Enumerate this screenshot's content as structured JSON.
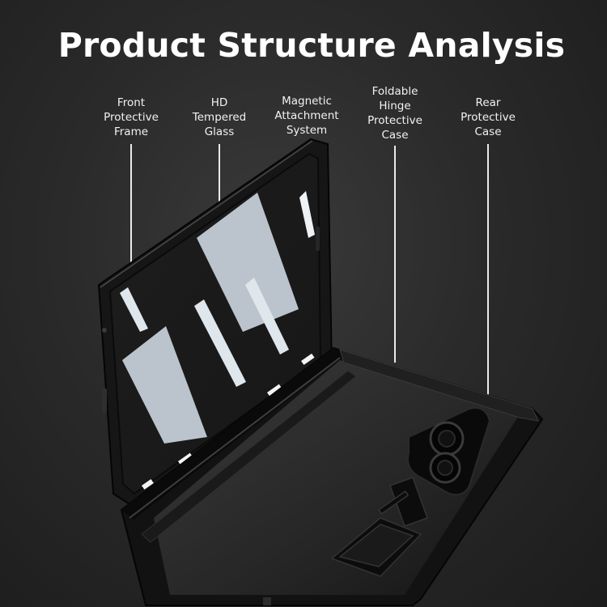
{
  "title": "Product Structure Analysis",
  "callouts": [
    {
      "lines": [
        "Front",
        "Protective",
        "Frame"
      ]
    },
    {
      "lines": [
        "HD",
        "Tempered",
        "Glass"
      ]
    },
    {
      "lines": [
        "Magnetic",
        "Attachment",
        "System"
      ]
    },
    {
      "lines": [
        "Foldable",
        "Hinge",
        "Protective",
        "Case"
      ]
    },
    {
      "lines": [
        "Rear",
        "Protective",
        "Case"
      ]
    }
  ],
  "colors": {
    "background": "#2a2a2a",
    "case": "#1a1a1a",
    "text": "#ffffff",
    "leader": "#eaeaea"
  }
}
